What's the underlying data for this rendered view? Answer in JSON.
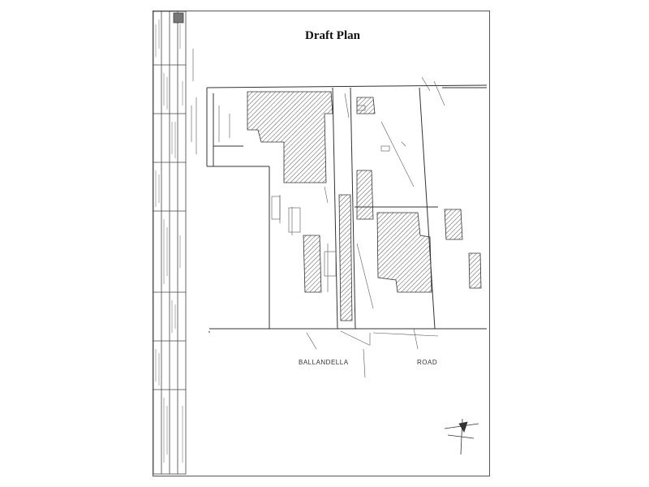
{
  "document": {
    "title": "Draft Plan",
    "road_name_left": "BALLANDELLA",
    "road_name_right": "ROAD"
  }
}
